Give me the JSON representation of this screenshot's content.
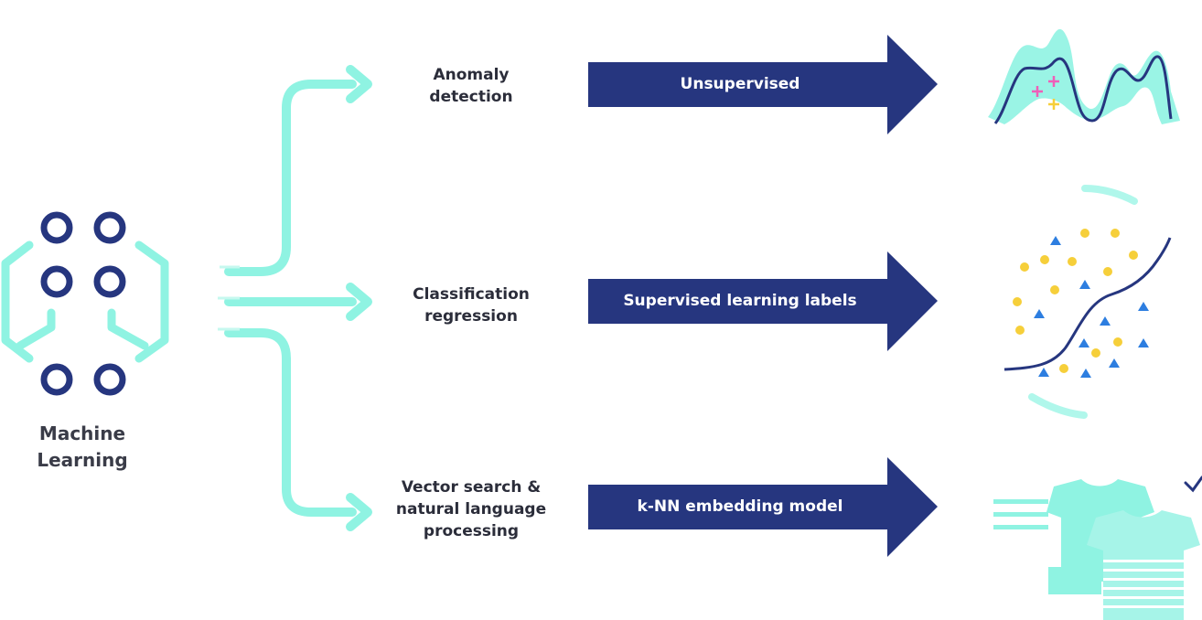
{
  "root": {
    "label_line1": "Machine",
    "label_line2": "Learning"
  },
  "branches": [
    {
      "task_line1": "Anomaly",
      "task_line2": "detection",
      "method": "Unsupervised",
      "illustration": "wave-anomaly-chart"
    },
    {
      "task_line1": "Classification",
      "task_line2": "regression",
      "method": "Supervised learning labels",
      "illustration": "classification-scatter-plot"
    },
    {
      "task_line1": "Vector search &",
      "task_line2": "natural language",
      "task_line3": "processing",
      "method": "k-NN embedding model",
      "illustration": "tshirt-similarity"
    }
  ],
  "colors": {
    "mint": "#8ff3e2",
    "navy": "#26367f",
    "dark_text": "#2b2d3a",
    "pink": "#ef5fb8",
    "yellow": "#f6cf3a",
    "blue_triangle": "#2d7ee0"
  }
}
